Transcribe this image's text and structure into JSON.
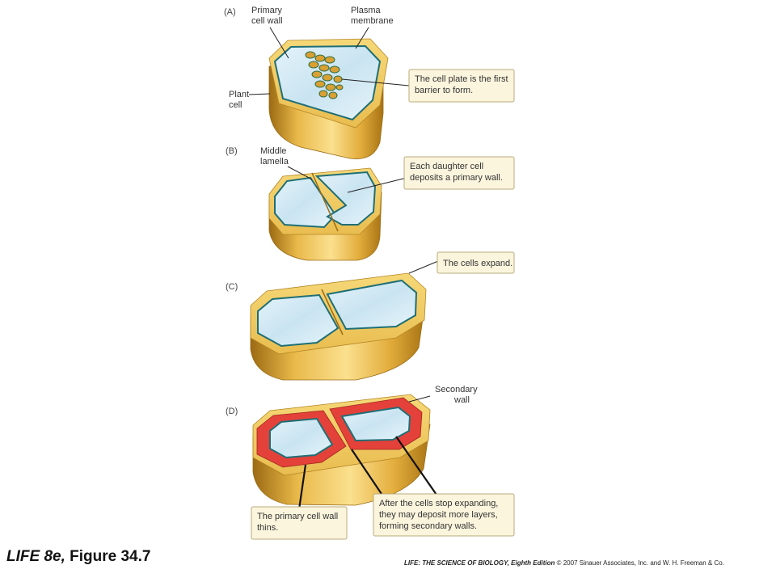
{
  "panels": {
    "a": {
      "tag": "(A)",
      "primary_cell_wall": [
        "Primary",
        "cell wall"
      ],
      "plasma_membrane": [
        "Plasma",
        "membrane"
      ],
      "plant_cell": [
        "Plant",
        "cell"
      ],
      "callout": [
        "The cell plate is the first",
        "barrier to form."
      ]
    },
    "b": {
      "tag": "(B)",
      "middle_lamella": [
        "Middle",
        "lamella"
      ],
      "callout": [
        "Each daughter cell",
        "deposits a primary wall."
      ]
    },
    "c": {
      "tag": "(C)",
      "callout": [
        "The cells expand."
      ]
    },
    "d": {
      "tag": "(D)",
      "secondary_wall": [
        "Secondary",
        "wall"
      ],
      "callout_left": [
        "The primary cell wall",
        "thins."
      ],
      "callout_right": [
        "After the cells stop expanding,",
        "they may deposit more layers,",
        "forming secondary walls."
      ]
    }
  },
  "colors": {
    "wall_gold": "#e8b84a",
    "cytoplasm_blue": "#cde6f2",
    "membrane_teal": "#1f6f76",
    "secondary_wall_red": "#e4413a"
  },
  "footer": {
    "book": "LIFE 8e,",
    "figure": "Figure 34.7",
    "credit_title": "LIFE: THE SCIENCE OF BIOLOGY, Eighth Edition",
    "credit_rest": "© 2007 Sinauer Associates, Inc. and W. H. Freeman & Co."
  }
}
